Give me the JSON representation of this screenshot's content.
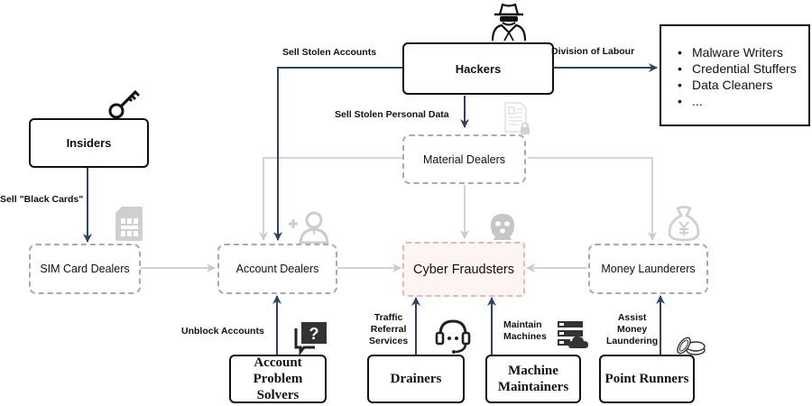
{
  "colors": {
    "primary_edge": "#2d4466",
    "secondary_edge": "#d4d4d8",
    "dashed_border": "#aaaaaa",
    "fraudsters_fill": "#fdf4f3",
    "fraudsters_border": "#e6b9b5",
    "icon_gray": "#c8c8c8",
    "icon_dark": "#333333"
  },
  "nodes": {
    "hackers": "Hackers",
    "insiders": "Insiders",
    "material_dealers": "Material Dealers",
    "sim_card_dealers": "SIM Card Dealers",
    "account_dealers": "Account Dealers",
    "cyber_fraudsters": "Cyber Fraudsters",
    "money_launderers": "Money Launderers",
    "account_problem_solvers": [
      "Account",
      "Problem",
      "Solvers"
    ],
    "drainers": "Drainers",
    "machine_maintainers": [
      "Machine",
      "Maintainers"
    ],
    "point_runners": "Point Runners"
  },
  "division_list": [
    "Malware Writers",
    "Credential Stuffers",
    "Data Cleaners",
    "..."
  ],
  "edge_labels": {
    "sell_stolen_accounts": "Sell Stolen Accounts",
    "division_of_labour": "Division of Labour",
    "sell_stolen_personal_data": "Sell Stolen Personal Data",
    "sell_black_cards": "Sell \"Black Cards\"",
    "unblock_accounts": "Unblock Accounts",
    "traffic_referral": [
      "Traffic",
      "Referral",
      "Services"
    ],
    "maintain_machines": [
      "Maintain",
      "Machines"
    ],
    "assist_money_laundering": [
      "Assist",
      "Money",
      "Laundering"
    ]
  },
  "icons": {
    "hackers": "spy-icon",
    "insiders": "key-icon",
    "material_dealers": "document-lock-icon",
    "sim_card_dealers": "sim-card-icon",
    "account_dealers": "add-user-icon",
    "cyber_fraudsters": "masked-face-icon",
    "money_launderers": "money-bag-yen-icon",
    "account_problem_solvers": "question-chat-icon",
    "drainers": "headset-icon",
    "machine_maintainers": "server-cloud-icon",
    "point_runners": "coins-icon"
  }
}
